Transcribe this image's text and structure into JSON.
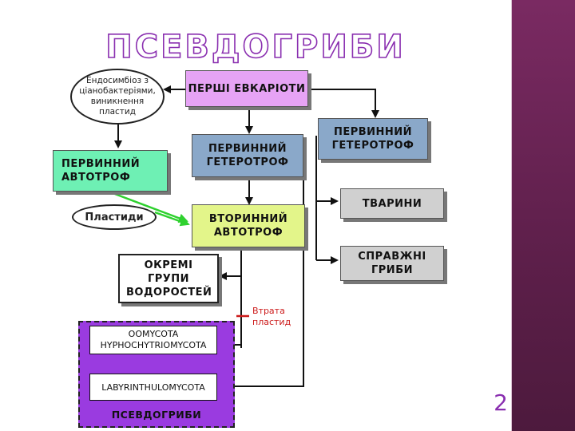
{
  "slide": {
    "title": "ПСЕВДОГРИБИ",
    "page_number": "2"
  },
  "colors": {
    "title_stroke": "#8a2fb0",
    "pink": "#e6a3f5",
    "blue": "#8aa8c9",
    "green": "#6ef0b4",
    "lime": "#e3f58a",
    "gray": "#d0d0d0",
    "purple": "#9a3be0",
    "red": "#cc1a1a",
    "green_arrow": "#2fd12f",
    "sidebar": "#6a2456"
  },
  "nodes": {
    "endosymbiosis": "Ендосимбіоз з ціанобактеріями, виникнення пластид",
    "first_eukaryotes": "ПЕРШІ ЕВКАРІОТИ",
    "primary_autotroph": "ПЕРВИННИЙ АВТОТРОФ",
    "primary_heterotroph_center": "ПЕРВИННИЙ ГЕТЕРОТРОФ",
    "primary_heterotroph_right": "ПЕРВИННИЙ ГЕТЕРОТРОФ",
    "plastids": "Пластиди",
    "secondary_autotroph": "ВТОРИННИЙ АВТОТРОФ",
    "animals": "ТВАРИНИ",
    "true_fungi": "СПРАВЖНІ ГРИБИ",
    "algae_groups": "ОКРЕМІ ГРУПИ ВОДОРОСТЕЙ",
    "plastid_loss": "Втрата пластид",
    "oomycota": "OOMYCOTA HYPHOCHYTRIOMYCOTA",
    "labyrinthulomycota": "LABYRINTHULOMYCOTA",
    "pseudofungi": "ПСЕВДОГРИБИ"
  }
}
